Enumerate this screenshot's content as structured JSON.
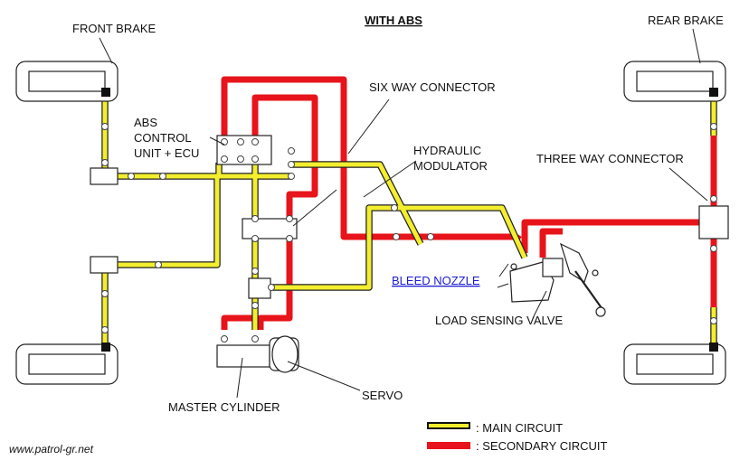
{
  "title": "WITH ABS",
  "labels": {
    "front_brake": "FRONT BRAKE",
    "rear_brake": "REAR BRAKE",
    "abs_line1": "ABS",
    "abs_line2": "CONTROL",
    "abs_line3": "UNIT + ECU",
    "six_way": "SIX WAY CONNECTOR",
    "hydraulic_line1": "HYDRAULIC",
    "hydraulic_line2": "MODULATOR",
    "three_way": "THREE WAY CONNECTOR",
    "bleed_nozzle": "BLEED NOZZLE",
    "load_sensing": "LOAD SENSING VALVE",
    "master_cylinder": "MASTER CYLINDER",
    "servo": "SERVO"
  },
  "legend": {
    "main": "MAIN CIRCUIT",
    "secondary": "SECONDARY CIRCUIT",
    "main_color": "#f3ee2e",
    "secondary_color": "#e8141b"
  },
  "watermark": "www.patrol-gr.net"
}
